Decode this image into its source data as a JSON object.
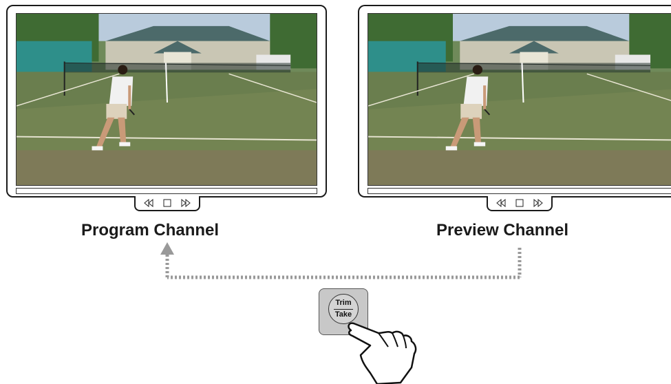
{
  "program": {
    "label": "Program Channel",
    "controls": [
      "rewind-icon",
      "stop-icon",
      "fast-forward-icon"
    ]
  },
  "preview": {
    "label": "Preview Channel",
    "controls": [
      "rewind-icon",
      "stop-icon",
      "fast-forward-icon"
    ]
  },
  "take_button": {
    "top_label": "Trim",
    "bottom_label": "Take"
  },
  "colors": {
    "frame": "#1a1a1a",
    "flow_arrow": "#999999",
    "key_face": "#c8c8c8",
    "court": "#5d7a4a",
    "sky": "#b9cbdc"
  },
  "icons": [
    "tennis-scene-image",
    "pointing-hand-icon",
    "flow-arrow"
  ]
}
